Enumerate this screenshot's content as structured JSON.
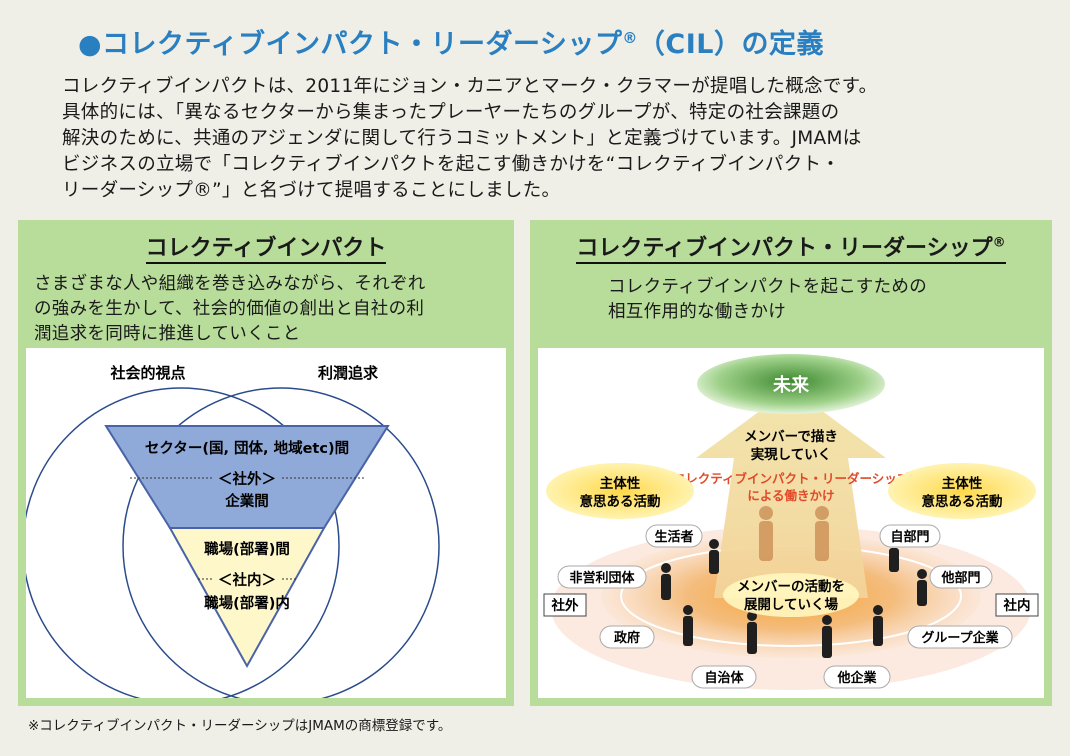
{
  "title": "●コレクティブインパクト・リーダーシップ",
  "title_mark": "®",
  "title_suffix": "（CIL）の定義",
  "intro_lines": [
    "コレクティブインパクトは、2011年にジョン・カニアとマーク・クラマーが提唱した概念です。",
    "具体的には、「異なるセクターから集まったプレーヤーたちのグループが、特定の社会課題の",
    "解決のために、共通のアジェンダに関して行うコミットメント」と定義づけています。JMAMは",
    "ビジネスの立場で「コレクティブインパクトを起こす働きかけを“コレクティブインパクト・",
    "リーダーシップ®”」と名づけて提唱することにしました。"
  ],
  "left_panel": {
    "heading": "コレクティブインパクト",
    "desc_lines": [
      "さまざまな人や組織を巻き込みながら、それぞれ",
      "の強みを生かして、社会的価値の創出と自社の利",
      "潤追求を同時に推進していくこと"
    ],
    "venn_left_label": "社会的視点",
    "venn_right_label": "利潤追求",
    "upper_line1": "セクター(国, 団体, 地域etc)間",
    "upper_line2": "＜社外＞",
    "upper_line3": "企業間",
    "lower_line1": "職場(部署)間",
    "lower_line2": "＜社内＞",
    "lower_line3": "職場(部署)内"
  },
  "right_panel": {
    "heading": "コレクティブインパクト・リーダーシップ",
    "heading_mark": "®",
    "desc_lines": [
      "コレクティブインパクトを起こすための",
      "相互作用的な働きかけ"
    ],
    "future": "未来",
    "arrow_line1": "メンバーで描き",
    "arrow_line2": "実現していく",
    "cil_line1": "コレクティブインパクト・リーダーシップ",
    "cil_line2": "による働きかけ",
    "left_bubble_line1": "主体性",
    "left_bubble_line2": "意思ある活動",
    "right_bubble_line1": "主体性",
    "right_bubble_line2": "意思ある活動",
    "center_line1": "メンバーの活動を",
    "center_line2": "展開していく場",
    "outside_label": "社外",
    "inside_label": "社内",
    "nodes": [
      "生活者",
      "自部門",
      "非営利団体",
      "他部門",
      "政府",
      "グループ企業",
      "自治体",
      "他企業"
    ]
  },
  "footnote": "※コレクティブインパクト・リーダーシップはJMAMの商標登録です。",
  "colors": {
    "title_blue": "#2a7fc1",
    "panel_green": "#b8dc9a",
    "triangle_blue": "#8fa9d8",
    "triangle_cream": "#fdf7c9",
    "future_green": "#4e9a3c",
    "bubble_yellow": "#ffe36a",
    "cil_red": "#e04a2a"
  }
}
